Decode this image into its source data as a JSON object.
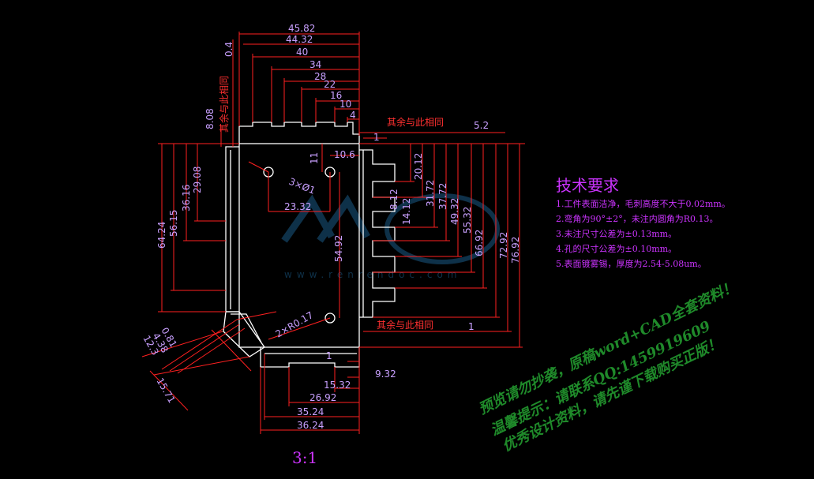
{
  "dims": {
    "top_horizontal": [
      "45.82",
      "44.32",
      "40",
      "34",
      "28",
      "22",
      "16",
      "10",
      "4"
    ],
    "top_left_vertical": [
      "0.4",
      "8.08"
    ],
    "left_vertical": [
      "64.24",
      "56.15",
      "36.16",
      "29.08"
    ],
    "right_vertical": [
      "5.2",
      "1",
      "11",
      "20.12",
      "8.12",
      "14.12",
      "31.72",
      "37.72",
      "49.32",
      "55.32",
      "66.92",
      "72.92",
      "76.92"
    ],
    "inner": [
      "10.6",
      "3×Ø1",
      "23.32",
      "54.92",
      "2×R0.17"
    ],
    "corner": [
      "0.81",
      "4.38",
      "12.3",
      "15.71"
    ],
    "bottom": [
      "1",
      "9.32",
      "15.32",
      "26.92",
      "35.24",
      "36.24"
    ],
    "right_bottom": "1"
  },
  "labels": {
    "same_as_this_top": "其余与此相同",
    "same_as_this_bottom": "其余与此相同",
    "same_as_this_vertical": "其余与此相同"
  },
  "notes": {
    "title": "技术要求",
    "lines": [
      "1.工件表面洁净，毛刺高度不大于0.02mm。",
      "2.弯角为90°±2°，未注内圆角为R0.13。",
      "3.未注尺寸公差为±0.13mm。",
      "4.孔的尺寸公差为±0.10mm。",
      "5.表面镀雾锡，厚度为2.54-5.08um。"
    ]
  },
  "scale_label": "3:1",
  "watermark": {
    "site": "www.renrendoc.com",
    "lines": [
      "预览请勿抄袭，原稿word+CAD全套资料！",
      "温馨提示：请联系QQ:1459919609",
      "优秀设计资料，请先谨下载购买正版！"
    ]
  },
  "colors": {
    "outline": "#ffffff",
    "dimension": "#ff2020",
    "text": "#c9a0ff",
    "notes": "#cc33ff",
    "watermark": "#1f8a2a"
  }
}
